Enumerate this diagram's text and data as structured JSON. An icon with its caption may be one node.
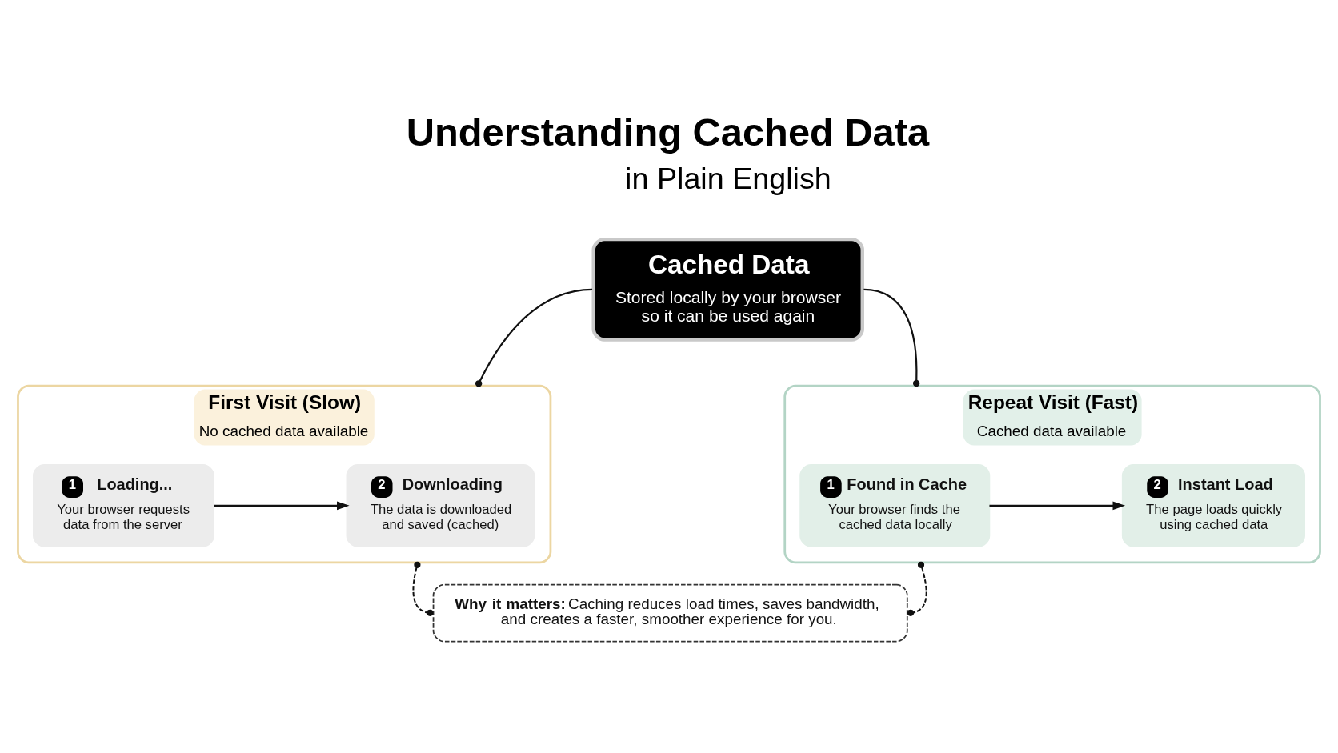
{
  "diagram": {
    "title": "Understanding Cached Data",
    "nodes": [
      {
        "text": [
          "Cached Data",
          "Stored locally by your browser so it can be used again"
        ]
      },
      {
        "text": [
          "First Visit (Slow)",
          "No cached data available"
        ]
      },
      {
        "text": [
          "1",
          "Loading...",
          "Your browser requests data from the server"
        ],
        "in": 1
      },
      {
        "text": [
          "2",
          "Downloading",
          "The data is downloaded and saved (cached)"
        ],
        "in": 1
      },
      {
        "text": [
          "Repeat Visit (Fast)",
          "Cached data available"
        ]
      },
      {
        "text": [
          "1",
          "Found in Cache",
          "Your browser finds the cached data locally"
        ],
        "in": 4
      },
      {
        "text": [
          "2",
          "Instant Load",
          "The page loads quickly using cached data"
        ],
        "in": 4
      },
      {
        "text": [
          "**Why it matters:** Caching reduces load times, saves bandwidth, and creates a faster, smoother experience for you."
        ]
      }
    ],
    "edges": [
      {
        "from": 0,
        "to": 1,
        "arrow": "other"
      },
      {
        "from": 0,
        "to": 4,
        "arrow": "other"
      },
      {
        "from": 2,
        "to": 3,
        "arrow": "to"
      },
      {
        "from": 5,
        "to": 6,
        "arrow": "to"
      },
      {
        "from": 1,
        "to": 7,
        "arrow": "other",
        "style": "dashed"
      },
      {
        "from": 4,
        "to": 7,
        "arrow": "other",
        "style": "dashed"
      }
    ],
    "labels": [
      "in Plain English"
    ]
  }
}
